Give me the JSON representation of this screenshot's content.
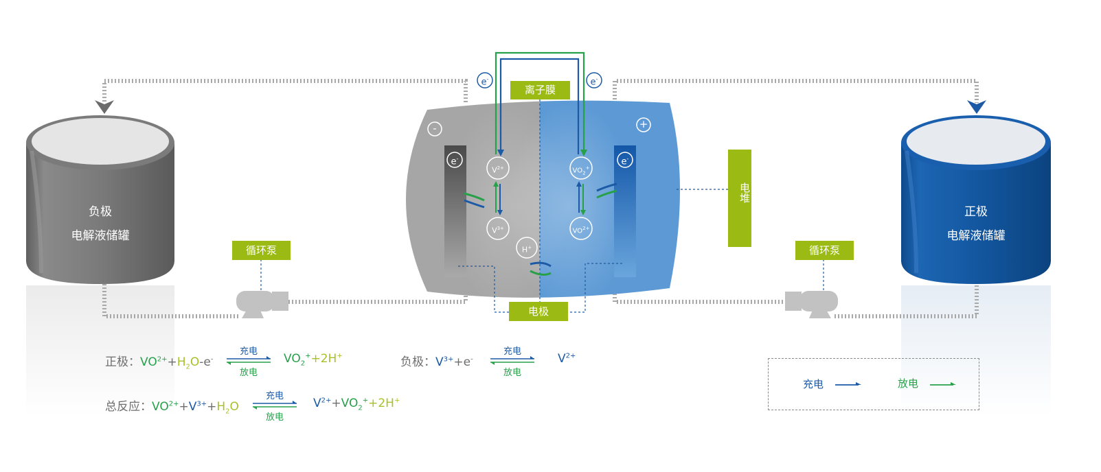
{
  "tanks": {
    "negative": {
      "line1": "负极",
      "line2": "电解液储罐",
      "color": "#777777"
    },
    "positive": {
      "line1": "正极",
      "line2": "电解液储罐",
      "color": "#1357a0"
    }
  },
  "labels": {
    "pump_left": "循环泵",
    "pump_right": "循环泵",
    "membrane": "离子膜",
    "electrode": "电极",
    "stack": "电堆",
    "electron": "e",
    "electron_sup": "-",
    "minus": "-",
    "plus": "+",
    "ion_v2": "V",
    "ion_v2_sup": "2+",
    "ion_v3": "V",
    "ion_v3_sup": "3+",
    "ion_vo2p": "VO",
    "ion_vo2p_sup": "+",
    "ion_vo2p_sub": "2",
    "ion_vo2": "VO",
    "ion_vo2_sup": "2+",
    "ion_h": "H",
    "ion_h_sup": "+"
  },
  "equations": {
    "positive": {
      "prefix": "正极：",
      "left": [
        {
          "t": "VO",
          "c": "g"
        },
        {
          "t": "2+",
          "c": "g",
          "sup": true
        },
        {
          "t": "+",
          "c": "k"
        },
        {
          "t": "H",
          "c": "y"
        },
        {
          "t": "2",
          "c": "y",
          "sub": true
        },
        {
          "t": "O",
          "c": "y"
        },
        {
          "t": "-e",
          "c": "k"
        },
        {
          "t": "-",
          "c": "k",
          "sup": true
        }
      ],
      "right": [
        {
          "t": "VO",
          "c": "g"
        },
        {
          "t": "2",
          "c": "g",
          "sub": true
        },
        {
          "t": "+",
          "c": "g",
          "sup": true
        },
        {
          "t": "+2H",
          "c": "y"
        },
        {
          "t": "+",
          "c": "y",
          "sup": true
        }
      ]
    },
    "negative": {
      "prefix": "负极：",
      "left": [
        {
          "t": "V",
          "c": "b"
        },
        {
          "t": "3+",
          "c": "b",
          "sup": true
        },
        {
          "t": "+e",
          "c": "k"
        },
        {
          "t": "-",
          "c": "k",
          "sup": true
        }
      ],
      "right": [
        {
          "t": "V",
          "c": "b"
        },
        {
          "t": "2+",
          "c": "b",
          "sup": true
        }
      ]
    },
    "total": {
      "prefix": "总反应：",
      "left": [
        {
          "t": "VO",
          "c": "g"
        },
        {
          "t": "2+",
          "c": "g",
          "sup": true
        },
        {
          "t": "+",
          "c": "k"
        },
        {
          "t": "V",
          "c": "b"
        },
        {
          "t": "3+",
          "c": "b",
          "sup": true
        },
        {
          "t": "+",
          "c": "k"
        },
        {
          "t": "H",
          "c": "y"
        },
        {
          "t": "2",
          "c": "y",
          "sub": true
        },
        {
          "t": "O",
          "c": "y"
        }
      ],
      "right": [
        {
          "t": "V",
          "c": "b"
        },
        {
          "t": "2+",
          "c": "b",
          "sup": true
        },
        {
          "t": "+",
          "c": "k"
        },
        {
          "t": "VO",
          "c": "g"
        },
        {
          "t": "2",
          "c": "g",
          "sub": true
        },
        {
          "t": "+",
          "c": "g",
          "sup": true
        },
        {
          "t": "+2H",
          "c": "y"
        },
        {
          "t": "+",
          "c": "y",
          "sup": true
        }
      ]
    },
    "charge": "充电",
    "discharge": "放电"
  },
  "legend": {
    "charge": "充电",
    "discharge": "放电"
  },
  "colors": {
    "charge": "#1c5aa6",
    "discharge": "#27a04a",
    "label_bg": "#9bbb14",
    "cell_grey": "#a8a8a8",
    "cell_blue": "#5d9ad5"
  }
}
